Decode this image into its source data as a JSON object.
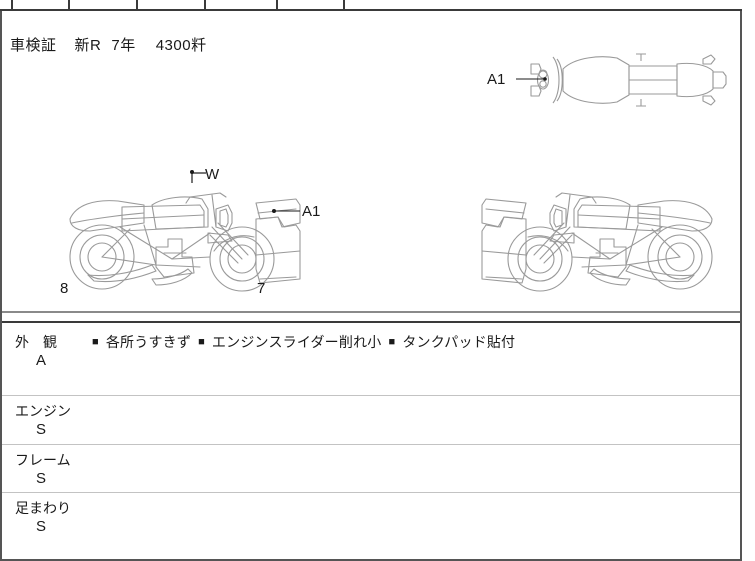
{
  "document": {
    "type": "auction-inspection-sheet",
    "header": {
      "registration_label": "車検証",
      "era_value": "新R",
      "year_value": "7年",
      "mileage_value": "4300粁"
    },
    "top_table": {
      "note": "cut-off table row at top edge of image",
      "column_divider_x": [
        13,
        69,
        137,
        205,
        277,
        344
      ]
    },
    "illustrations": {
      "top_view": {
        "name": "motorcycle-top-view",
        "labels": [
          {
            "text": "A1",
            "position": "left"
          }
        ]
      },
      "side_view_left": {
        "name": "motorcycle-side-view-left",
        "labels": [
          {
            "text": "W",
            "position": "mirror"
          },
          {
            "text": "A1",
            "position": "rear-seat"
          },
          {
            "text": "8",
            "position": "rear-wheel"
          },
          {
            "text": "7",
            "position": "front-wheel"
          }
        ]
      },
      "side_view_right": {
        "name": "motorcycle-side-view-right",
        "labels": []
      }
    },
    "condition_rows": [
      {
        "category": "外　観",
        "grade": "A",
        "notes": [
          "各所うすきず",
          "エンジンスライダー削れ小",
          "タンクパッド貼付"
        ]
      },
      {
        "category": "エンジン",
        "grade": "S",
        "notes": []
      },
      {
        "category": "フレーム",
        "grade": "S",
        "notes": []
      },
      {
        "category": "足まわり",
        "grade": "S",
        "notes": []
      }
    ],
    "colors": {
      "ink": "#1a1a1a",
      "rule_strong": "#3a3a3a",
      "rule_light": "#c3c3c3",
      "frame": "#555555",
      "diagram_line": "#9a9a9a",
      "background": "#ffffff"
    }
  }
}
